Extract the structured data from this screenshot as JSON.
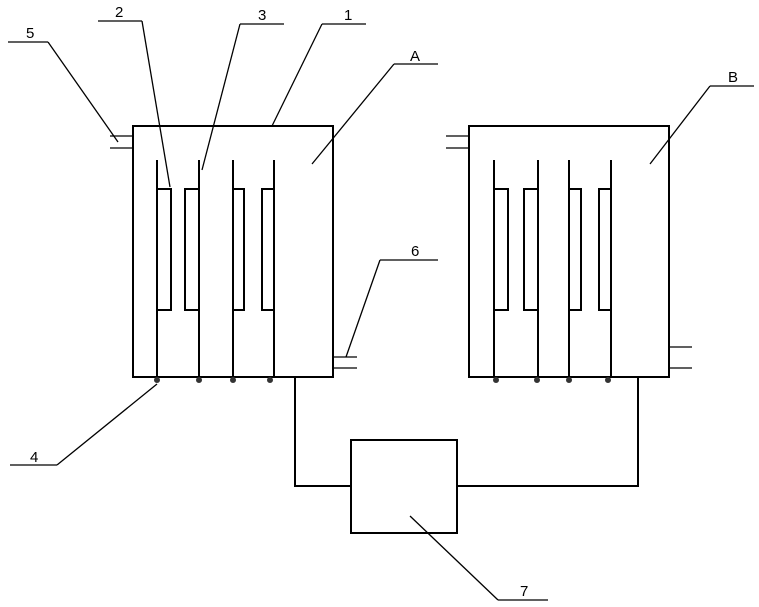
{
  "labels": {
    "n1": "1",
    "n2": "2",
    "n3": "3",
    "n4": "4",
    "n5": "5",
    "n6": "6",
    "n7": "7",
    "A": "A",
    "B": "B"
  }
}
